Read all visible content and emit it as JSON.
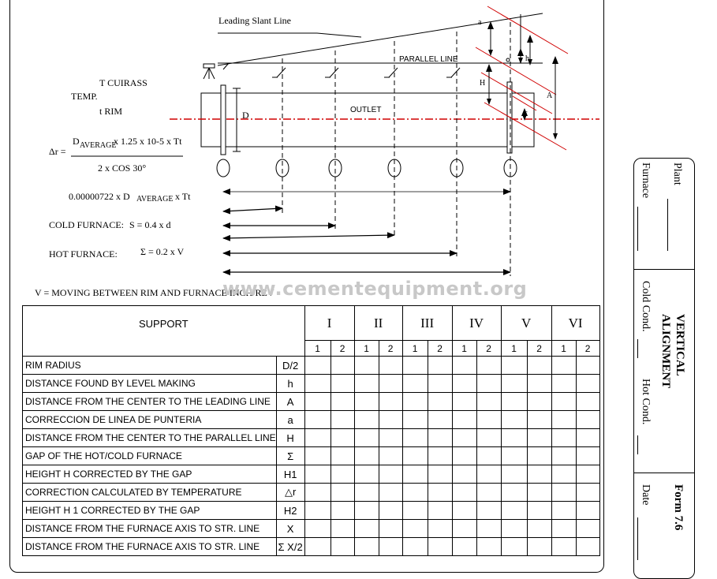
{
  "diagram": {
    "leading_slant_line": "Leading Slant Line",
    "parallel_line": "PARALLEL LINE",
    "t_cuirass": "T  CUIRASS",
    "temp": "TEMP.",
    "t_rim": "t  RIM",
    "outlet": "OUTLET",
    "d": "D",
    "a_small": "a",
    "h_small": "h",
    "H": "H",
    "A": "A",
    "r": "r"
  },
  "formulas": {
    "delta_r": "Δr =",
    "numerator_d": "D",
    "numerator_avg": "AVERAGE",
    "numerator_rest": "x 1.25 x 10-5 x Tt",
    "denominator": "2 x  COS  30°",
    "second_a": "0.00000722 x D",
    "second_avg": "AVERAGE",
    "second_rest": " x Tt",
    "cold_label": "COLD FURNACE:",
    "cold_formula": "S = 0.4 x d",
    "hot_label": "HOT FURNACE:",
    "hot_formula": "Σ = 0.2 x V",
    "v_note": "V = MOVING BETWEEN RIM AND FURNACE INCH/REV"
  },
  "watermark": "www.cementequipment.org",
  "table": {
    "support_label": "SUPPORT",
    "supports": [
      "I",
      "II",
      "III",
      "IV",
      "V",
      "VI"
    ],
    "sub": [
      "1",
      "2"
    ],
    "rows": [
      {
        "label": "RIM RADIUS",
        "symbol": "D/2"
      },
      {
        "label": "DISTANCE FOUND BY LEVEL MAKING",
        "symbol": "h"
      },
      {
        "label": "DISTANCE FROM THE CENTER TO THE LEADING LINE",
        "symbol": "A"
      },
      {
        "label": "CORRECCION DE LINEA DE PUNTERIA",
        "symbol": "a"
      },
      {
        "label": "DISTANCE FROM THE CENTER TO THE PARALLEL LINE",
        "symbol": "H"
      },
      {
        "label": "GAP OF THE HOT/COLD FURNACE",
        "symbol": "Σ"
      },
      {
        "label": "HEIGHT H CORRECTED BY THE GAP",
        "symbol": "H1"
      },
      {
        "label": "CORRECTION CALCULATED BY TEMPERATURE",
        "symbol": "△r"
      },
      {
        "label": "HEIGHT H 1 CORRECTED BY THE GAP",
        "symbol": "H2"
      },
      {
        "label": "DISTANCE FROM THE FURNACE AXIS TO STR. LINE",
        "symbol": "X"
      },
      {
        "label": "DISTANCE FROM THE FURNACE AXIS TO STR. LINE",
        "symbol": "Σ X/2"
      }
    ]
  },
  "side_panel": {
    "plant": "Plant",
    "furnace": "Furnace",
    "title1": "VERTICAL",
    "title2": "ALIGNMENT",
    "cold": "Cold Cond.",
    "hot": "Hot Cond.",
    "form": "Form  7.6",
    "date": "Date"
  }
}
